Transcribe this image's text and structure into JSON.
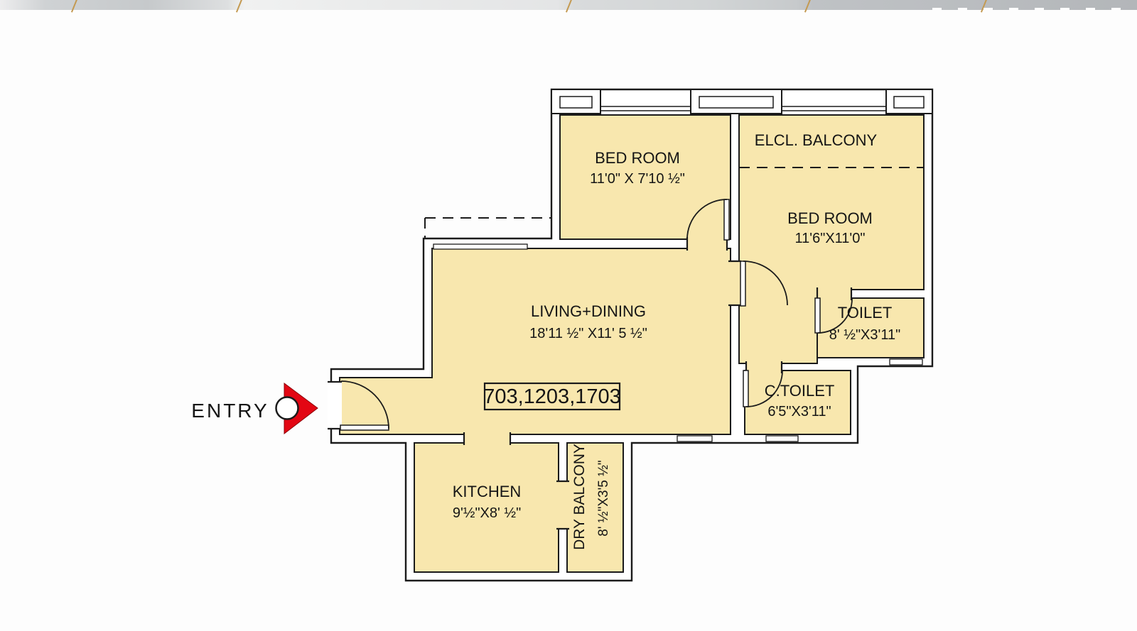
{
  "entry": {
    "label": "ENTRY"
  },
  "unit_box": {
    "numbers": "703,1203,1703"
  },
  "rooms": {
    "bedroom1": {
      "name": "BED ROOM",
      "dims": "11'0\" X 7'10 ½\""
    },
    "balcony": {
      "name": "ELCL. BALCONY"
    },
    "bedroom2": {
      "name": "BED ROOM",
      "dims": "11'6\"X11'0\""
    },
    "living": {
      "name": "LIVING+DINING",
      "dims": "18'11 ½\" X11' 5 ½\""
    },
    "toilet": {
      "name": "TOILET",
      "dims": "8' ½\"X3'11\""
    },
    "ctoilet": {
      "name": "C.TOILET",
      "dims": "6'5\"X3'11\""
    },
    "kitchen": {
      "name": "KITCHEN",
      "dims": "9'½\"X8' ½\""
    },
    "dry_balcony": {
      "name": "DRY BALCONY",
      "dims": "8' ½\"X3'5 ½\""
    }
  },
  "colors": {
    "room_fill": "#f8e7ae",
    "wall_line": "#1b1b1b",
    "arrow_red": "#e30613",
    "banner_gold": "#c49a52"
  }
}
